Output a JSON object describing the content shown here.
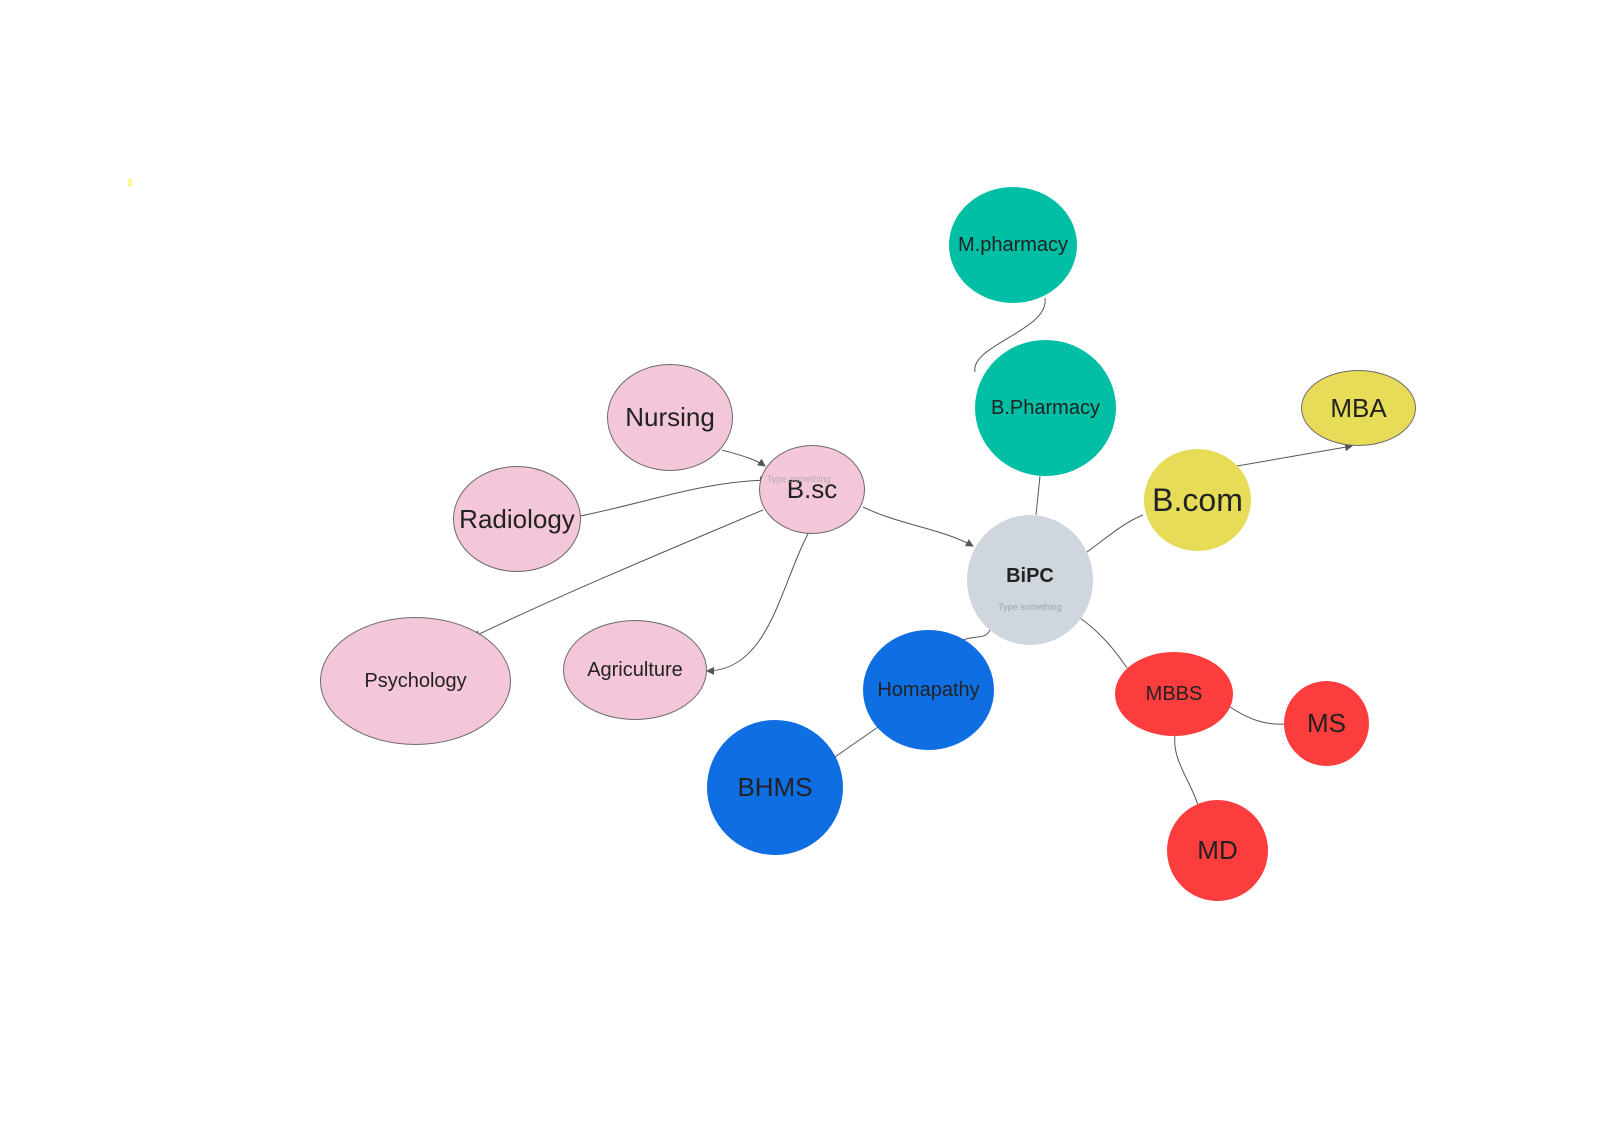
{
  "nodes": {
    "mpharmacy": "M.pharmacy",
    "bpharmacy": "B.Pharmacy",
    "mba": "MBA",
    "bcom": "B.com",
    "bipc": "BiPC",
    "bipc_hint": "Type something",
    "bsc": "B.sc",
    "bsc_hint": "Type something",
    "nursing": "Nursing",
    "radiology": "Radiology",
    "psychology": "Psychology",
    "agriculture": "Agriculture",
    "homapathy": "Homapathy",
    "bhms": "BHMS",
    "mbbs": "MBBS",
    "ms": "MS",
    "md": "MD"
  },
  "colors": {
    "pink": "#f4c6d9",
    "teal": "#00bfa5",
    "yellow": "#e6dc58",
    "blue": "#0f6ee2",
    "red": "#fc3d3d",
    "gray": "#cfd6de",
    "connector": "#555555"
  }
}
